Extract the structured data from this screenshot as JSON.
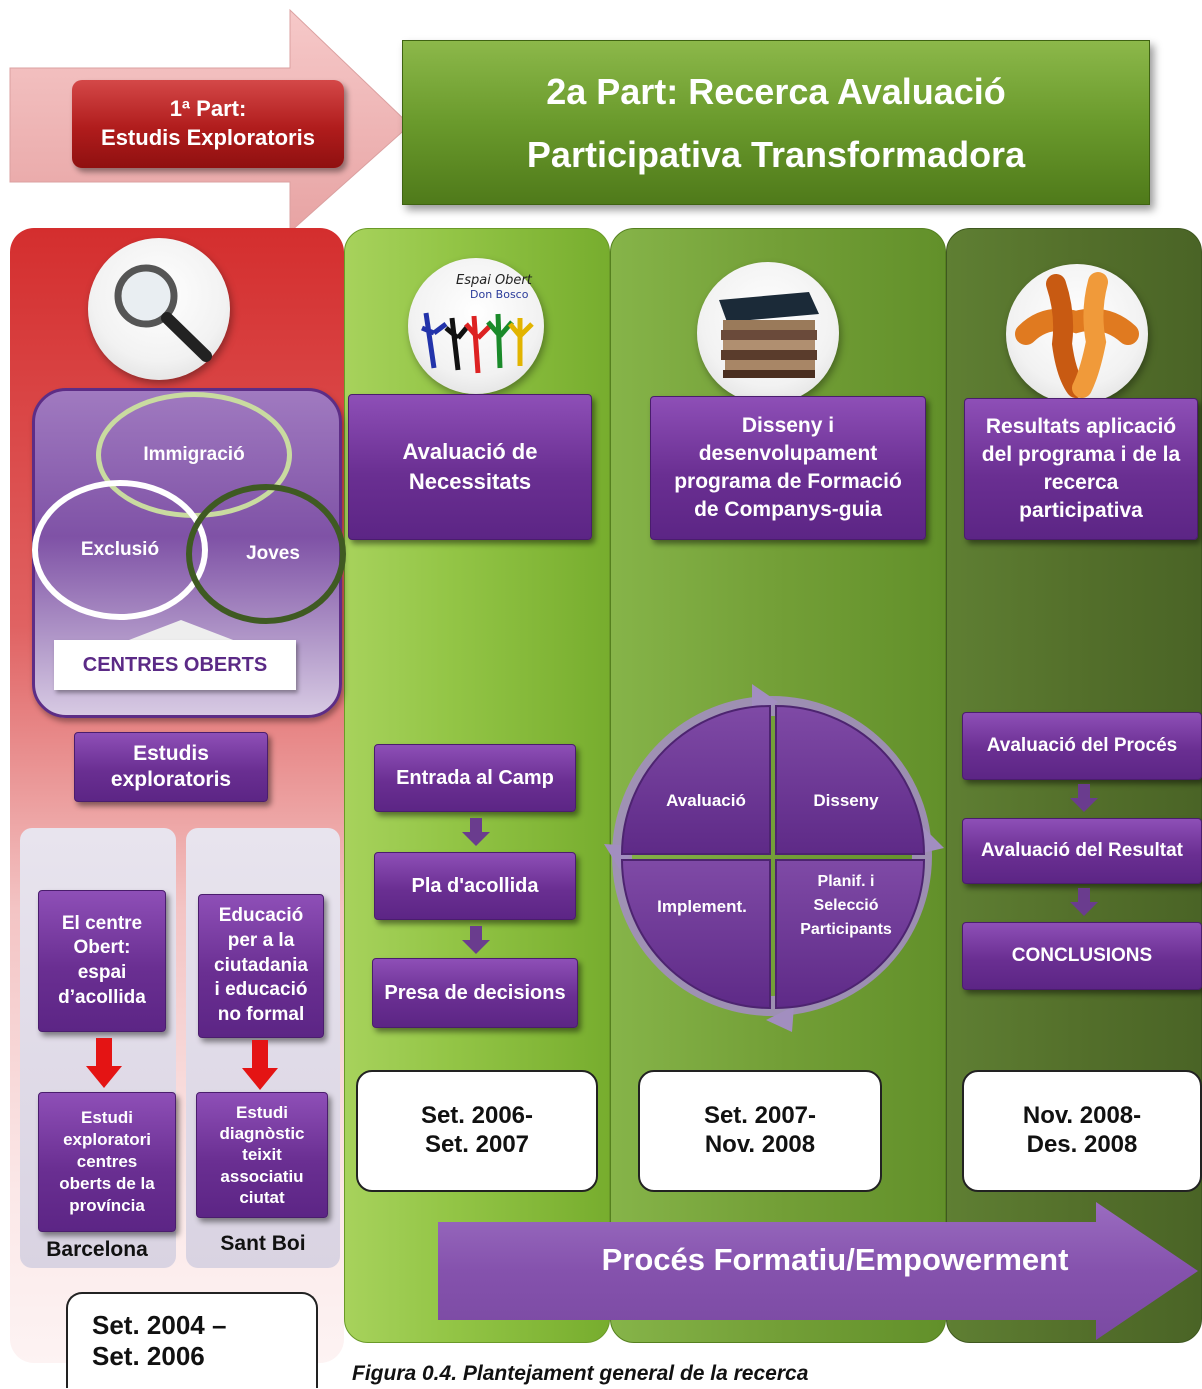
{
  "part1": {
    "line1": "1ª Part:",
    "line2": "Estudis Exploratoris"
  },
  "part2": {
    "line1": "2a Part: Recerca Avaluació",
    "line2": "Participativa Transformadora"
  },
  "col1": {
    "venn": {
      "immigracio": "Immigració",
      "exclusio": "Exclusió",
      "joves": "Joves"
    },
    "centres": "CENTRES OBERTS",
    "estudis": {
      "line1": "Estudis",
      "line2": "exploratoris"
    },
    "barcelona": {
      "box_top": [
        "El centre",
        "Obert:",
        "espai",
        "d’acollida"
      ],
      "box_bottom": [
        "Estudi",
        "exploratori",
        "centres",
        "oberts de la",
        "província"
      ],
      "label": "Barcelona"
    },
    "santboi": {
      "box_top": [
        "Educació",
        "per a la",
        "ciutadania",
        "i educació",
        "no formal"
      ],
      "box_bottom": [
        "Estudi",
        "diagnòstic",
        "teixit",
        "associatiu",
        "ciutat"
      ],
      "label": "Sant Boi"
    },
    "date": {
      "line1": "Set. 2004 –",
      "line2": "Set. 2006"
    }
  },
  "col2": {
    "icon_name": "drawing-figures-icon",
    "icon_text": {
      "line1": "Espai Obert",
      "line2": "Don Bosco"
    },
    "title": {
      "line1": "Avaluació de",
      "line2": "Necessitats"
    },
    "steps": [
      "Entrada al Camp",
      "Pla d'acollida",
      "Presa de decisions"
    ],
    "date": {
      "line1": "Set. 2006-",
      "line2": "Set. 2007"
    }
  },
  "col3": {
    "icon_name": "stack-of-papers-icon",
    "title": [
      "Disseny  i",
      "desenvolupament",
      "programa de Formació",
      "de Companys-guia"
    ],
    "cycle": {
      "q1": "Avaluació",
      "q2": "Disseny",
      "q3": "Implement.",
      "q4": [
        "Planif.  i",
        "Selecció",
        "Participants"
      ]
    },
    "date": {
      "line1": "Set. 2007-",
      "line2": "Nov. 2008"
    }
  },
  "col4": {
    "icon_name": "joined-hands-icon",
    "title": [
      "Resultats aplicació",
      "del programa i de la",
      "recerca",
      "participativa"
    ],
    "steps": [
      "Avaluació del Procés",
      "Avaluació del Resultat",
      "CONCLUSIONS"
    ],
    "date": {
      "line1": "Nov. 2008-",
      "line2": "Des. 2008"
    }
  },
  "process_arrow": "Procés Formatiu/Empowerment",
  "caption": "Figura 0.4. Plantejament general de la recerca",
  "colors": {
    "red_column": "#d43a3a",
    "green_light": "#8cc63e",
    "green_mid": "#6e9e34",
    "green_dark": "#4f6f2a",
    "purple": "#6a2f92",
    "big_arrow": "#8a55b0"
  }
}
